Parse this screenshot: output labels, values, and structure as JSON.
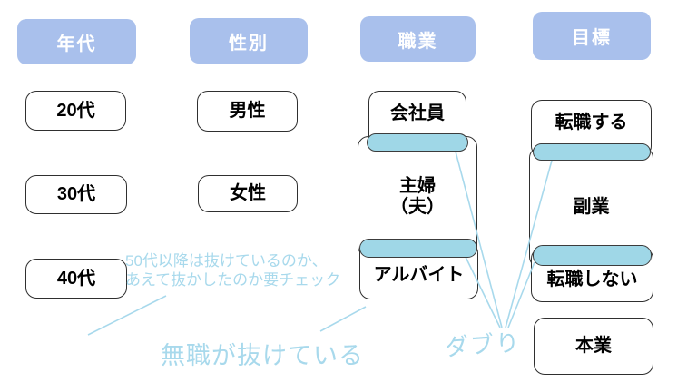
{
  "diagram": {
    "columns": [
      {
        "header": "年代",
        "items": [
          "20代",
          "30代",
          "40代"
        ]
      },
      {
        "header": "性別",
        "items": [
          "男性",
          "女性"
        ]
      },
      {
        "header": "職業",
        "items": [
          "会社員",
          "主婦\n（夫）",
          "アルバイト"
        ]
      },
      {
        "header": "目標",
        "items": [
          "転職する",
          "副業",
          "転職しない",
          "本業"
        ]
      }
    ],
    "annotations": {
      "age_check_note": "50代以降は抜けているのか、\nあえて抜かしたのか要チェック",
      "missing_job_note": "無職が抜けている",
      "overlap_note": "ダブり"
    },
    "colors": {
      "header_bg": "#a9c0ec",
      "header_text": "#ffffff",
      "box_bg": "#ffffff",
      "box_border": "#2f2f2f",
      "box_text": "#000000",
      "overlap_fill": "#9fd7e7",
      "overlap_border": "#3c3c3c",
      "annotation_text": "#a8d9ec",
      "annotation_line": "#a8d9ec"
    }
  }
}
